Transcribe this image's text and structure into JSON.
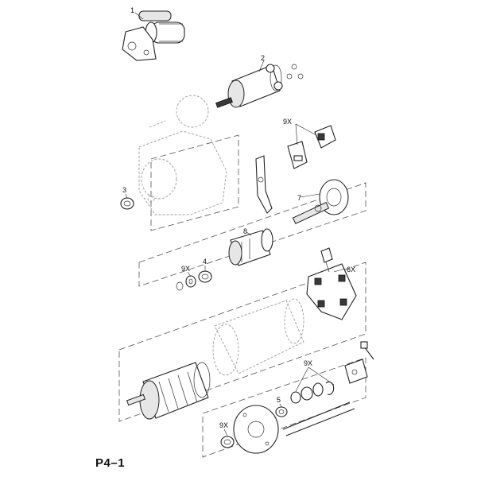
{
  "page_ref": "P4–1",
  "callouts": {
    "c1": "1",
    "c2": "2",
    "c3": "3",
    "c4": "4",
    "c5": "5",
    "c6x": "6X",
    "c7": "7",
    "c8": "8",
    "c9x_a": "9X",
    "c9x_b": "9X",
    "c9x_c": "9X",
    "c9x_d": "9X"
  }
}
